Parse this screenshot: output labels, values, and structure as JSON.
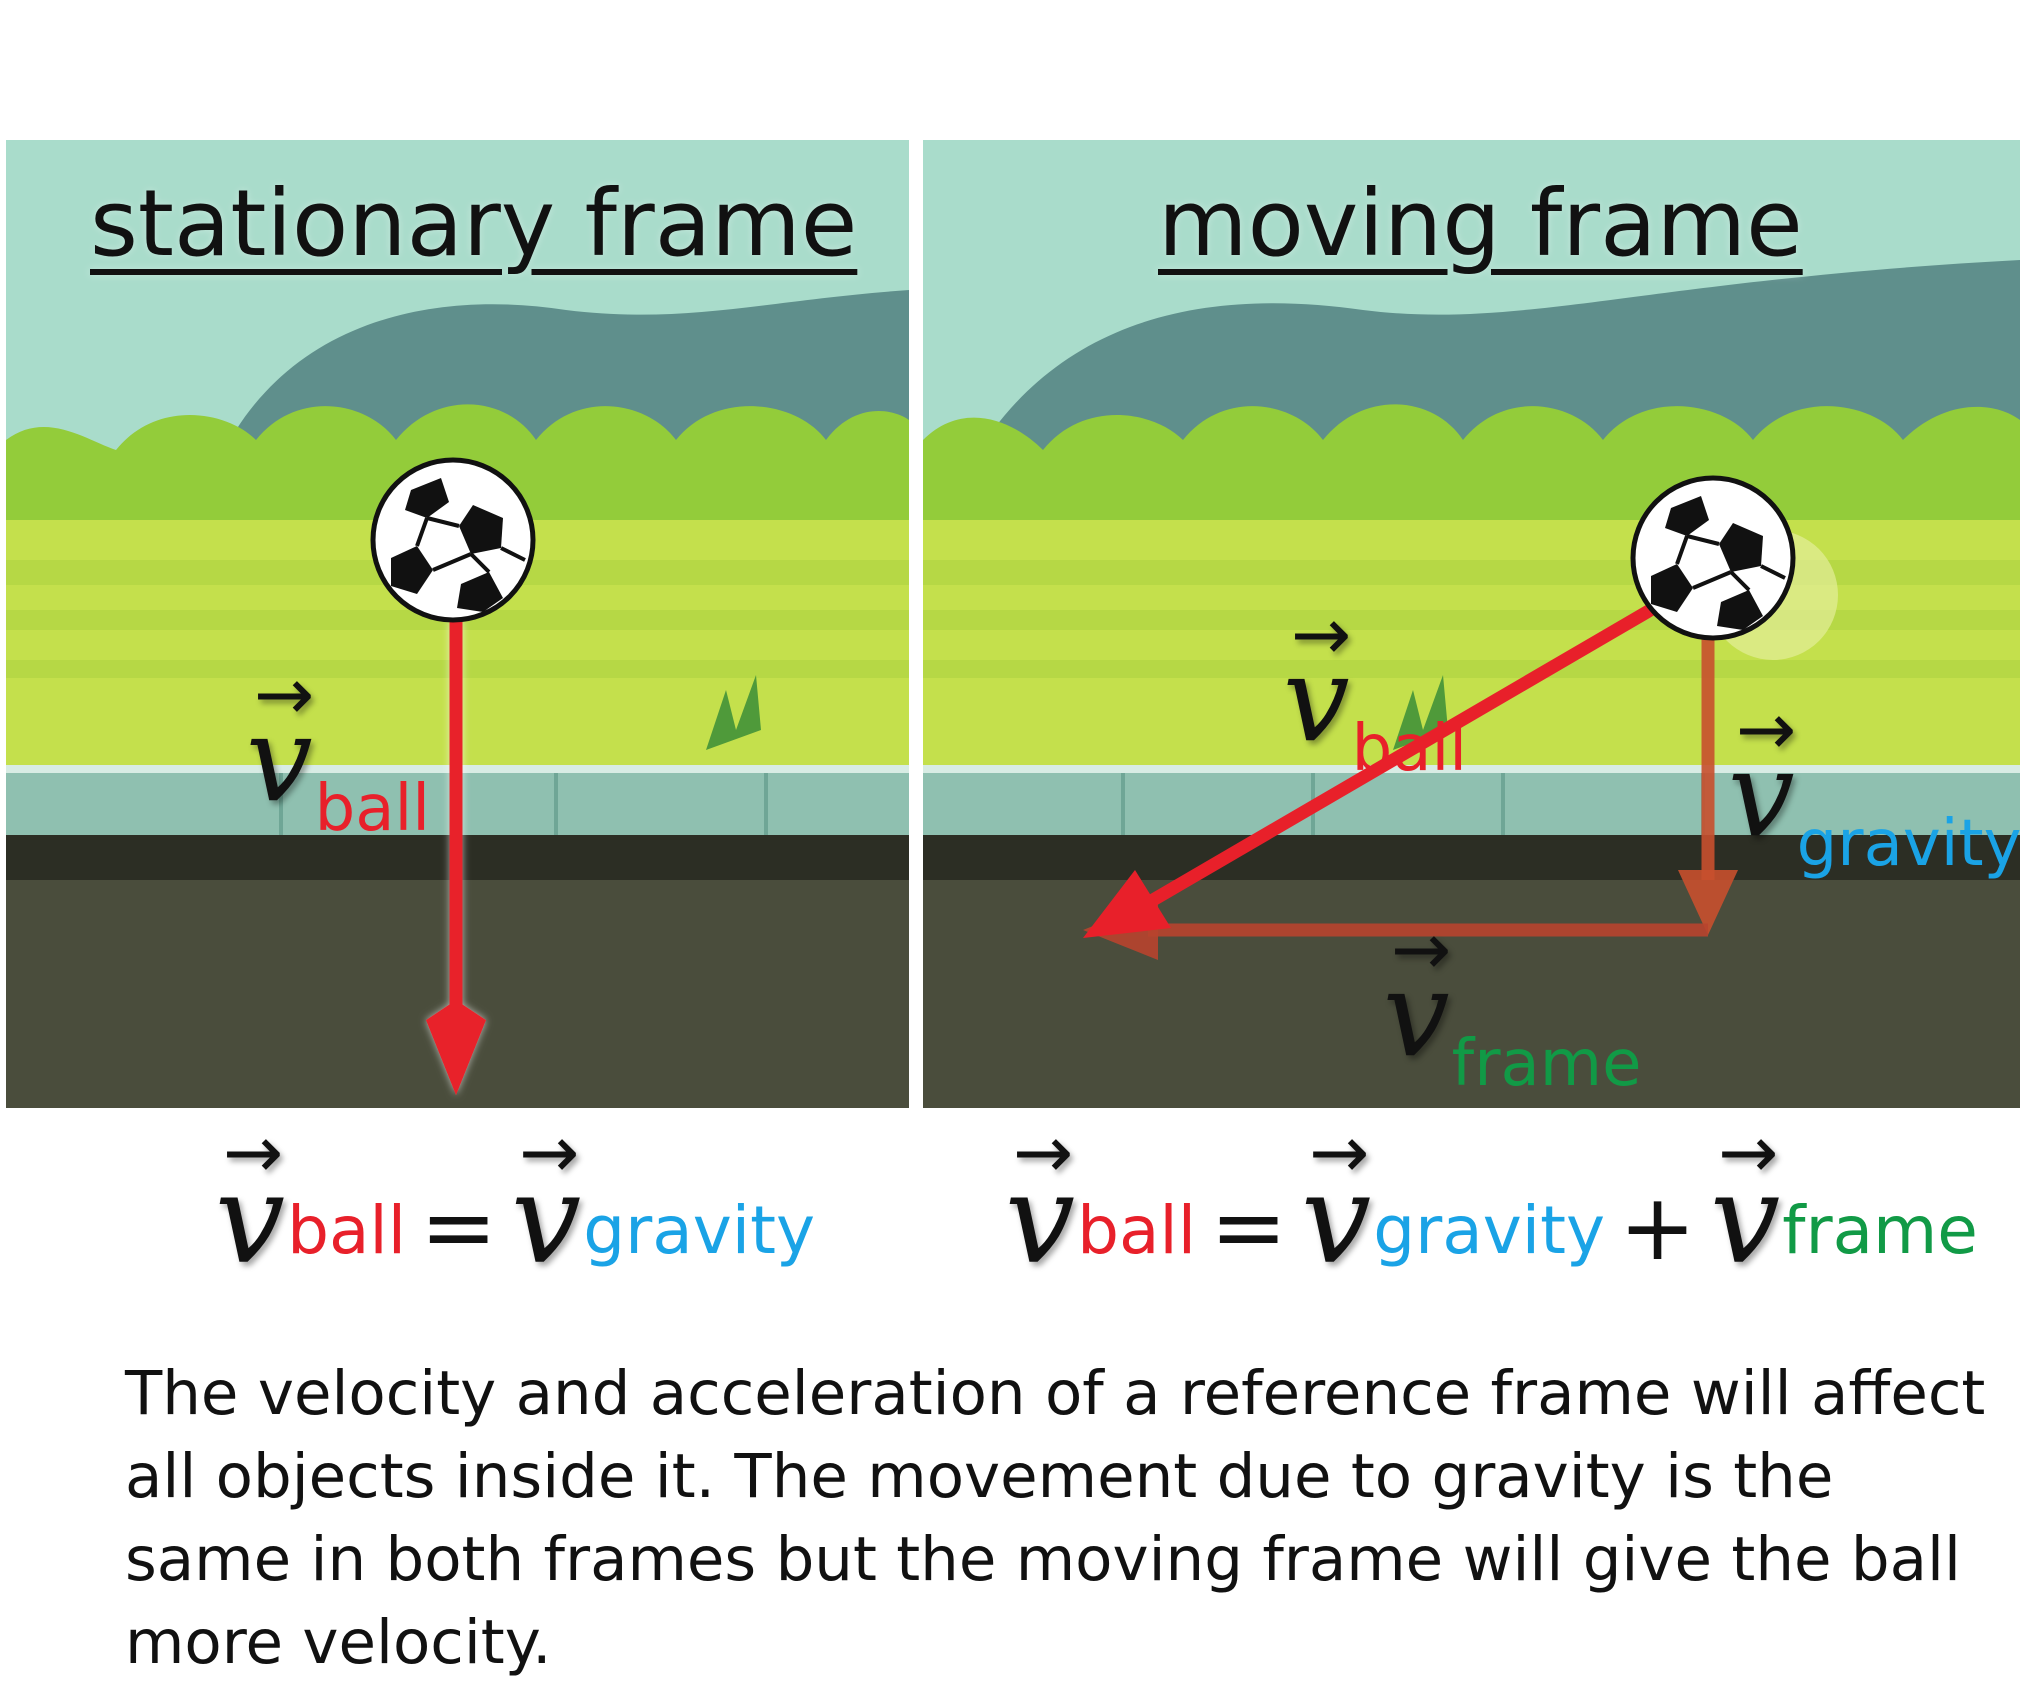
{
  "left_panel": {
    "title": "stationary frame",
    "v_ball_sub": "ball"
  },
  "right_panel": {
    "title": "moving frame",
    "v_ball_sub": "ball",
    "v_gravity_sub": "gravity",
    "v_frame_sub": "frame"
  },
  "equations": {
    "left": {
      "lhs_sub": "ball",
      "equals": "=",
      "rhs_sub": "gravity"
    },
    "right": {
      "lhs_sub": "ball",
      "equals": "=",
      "rhs1_sub": "gravity",
      "plus": "+",
      "rhs2_sub": "frame"
    }
  },
  "caption": "The velocity and acceleration of a reference frame will affect all objects inside it. The movement due to gravity is the same in both frames but the moving frame will give the ball more velocity.",
  "colors": {
    "ball_label": "#e8202a",
    "gravity_label": "#1aa3e6",
    "frame_label": "#119a46",
    "ball_arrow": "#e8202a",
    "gravity_arrow": "#c8502e",
    "frame_arrow": "#b8442e",
    "sky": "#a9dccb",
    "mountain": "#5f8f8c",
    "bushes": "#93cc3a",
    "grass": "#c4e04c",
    "curb": "#8fc0b0",
    "road": "#4a4d3c"
  },
  "icons": {
    "ball": "soccer-ball-icon"
  }
}
